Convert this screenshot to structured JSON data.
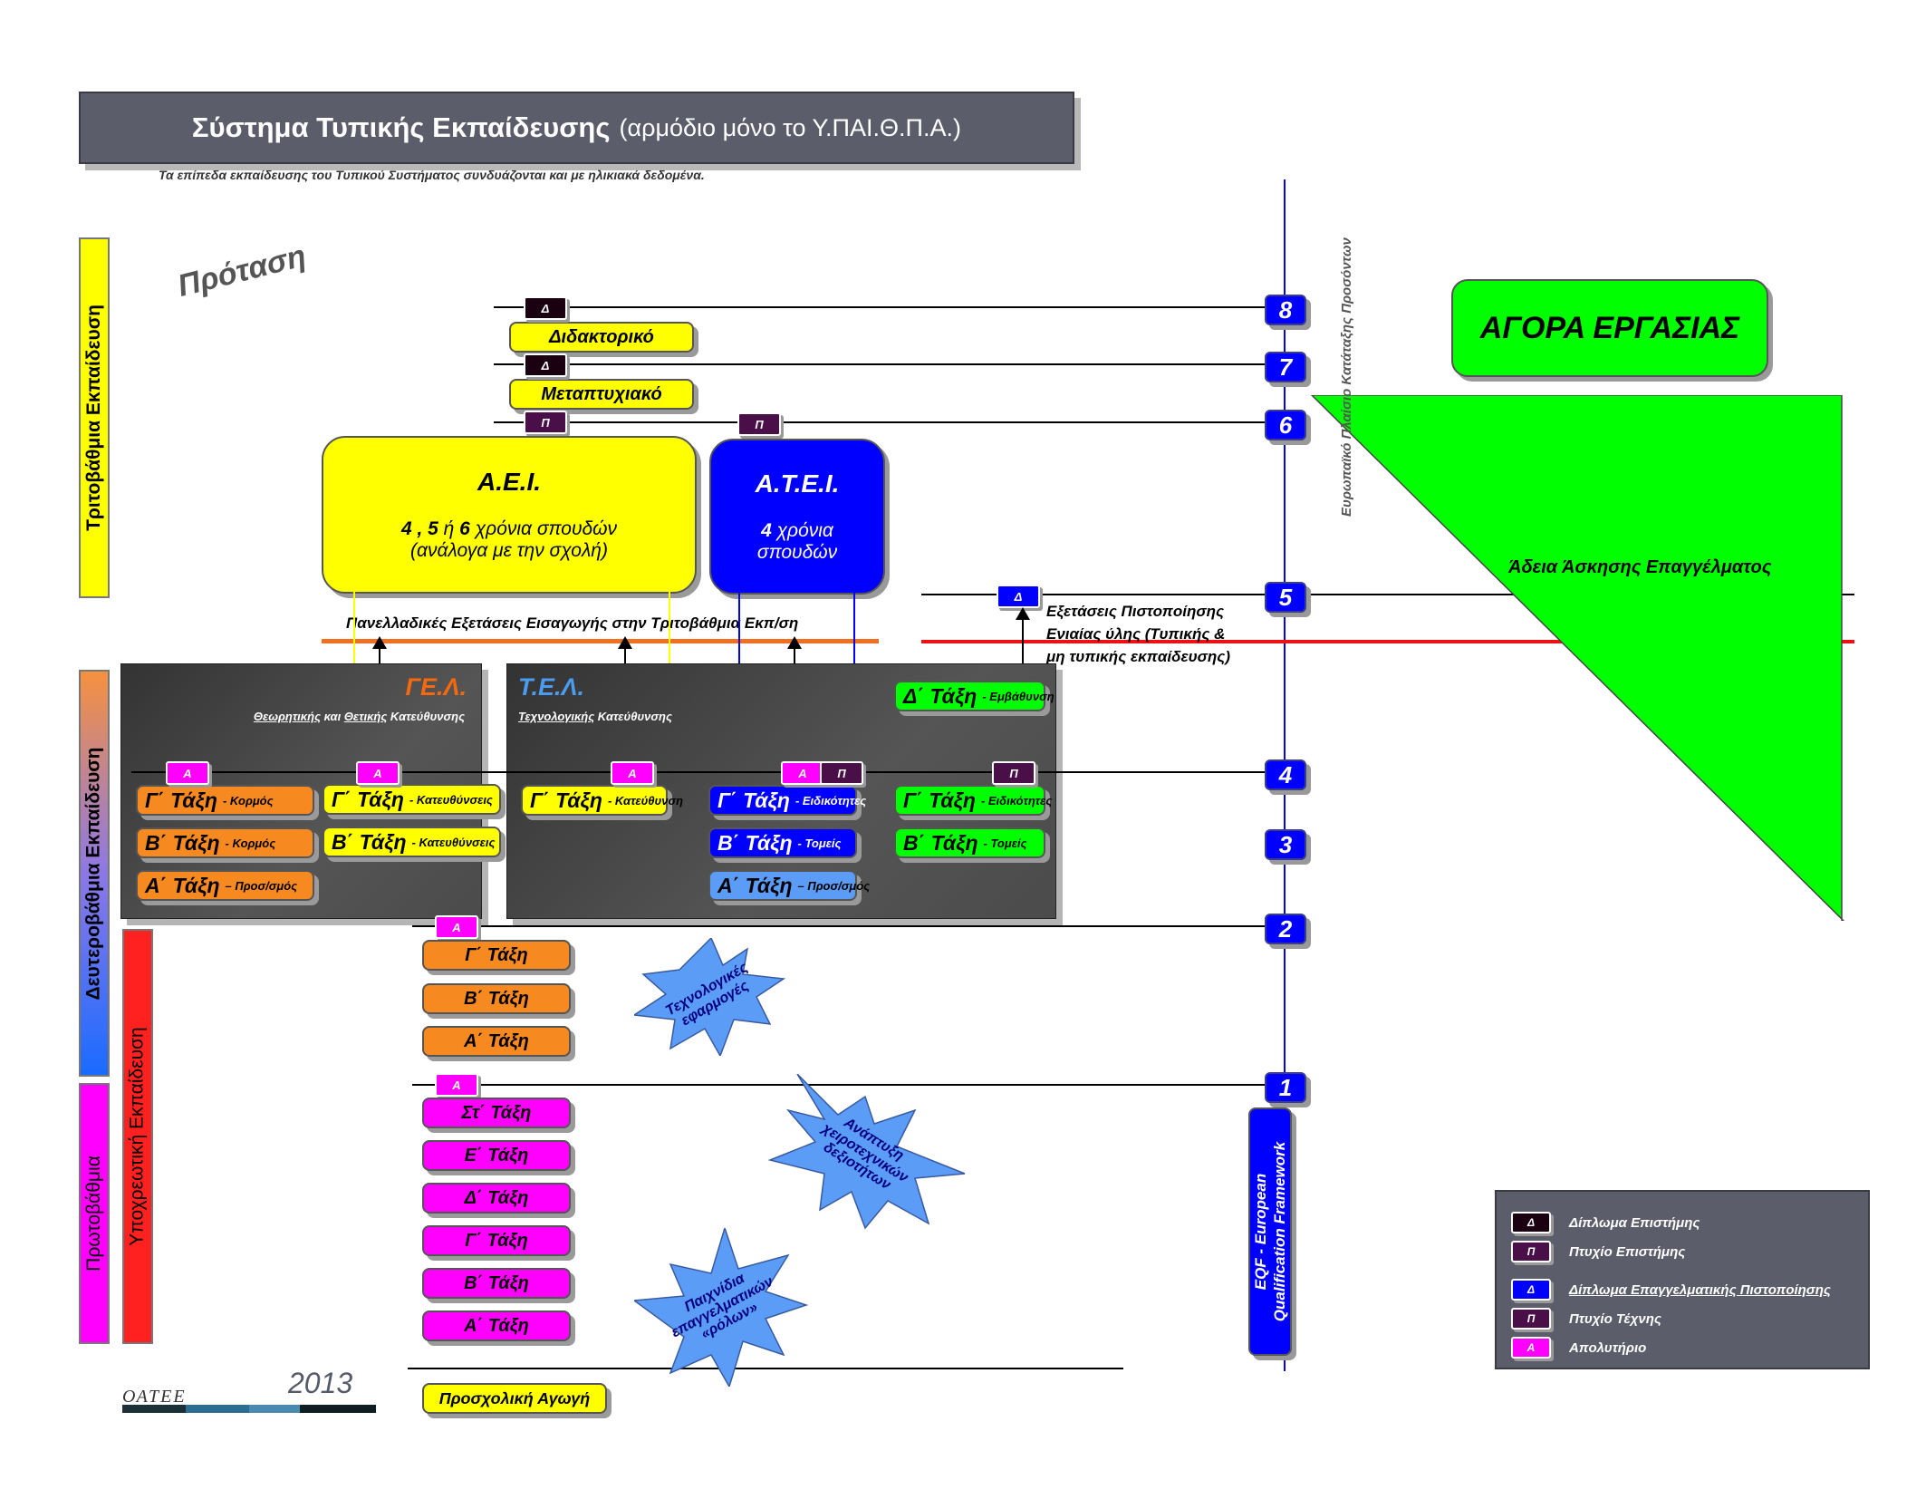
{
  "header": {
    "title_main": "Σύστημα Τυπικής Εκπαίδευσης",
    "title_sub": "(αρμόδιο μόνο το Υ.ΠΑΙ.Θ.Π.Α.)",
    "subtitle": "Τα επίπεδα εκπαίδευσης του Τυπικού Συστήματος συνδυάζονται και με ηλικιακά δεδομένα."
  },
  "proposal_label": "Πρόταση",
  "side_labels": {
    "tertiary": "Τριτοβάθμια Εκπαίδευση",
    "secondary": "Δευτεροβάθμια Εκπαίδευση",
    "primary": "Πρωτοβάθμια",
    "compulsory": "Υποχρεωτική Εκπαίδευση"
  },
  "tertiary": {
    "doctorate": "Διδακτορικό",
    "masters": "Μεταπτυχιακό",
    "aei": {
      "title": "Α.Ε.Ι.",
      "line1_nums": "4 , 5",
      "line1_or": "ή",
      "line1_num2": "6",
      "line1_rest": "χρόνια σπουδών",
      "line2": "(ανάλογα με την σχολή)"
    },
    "atei": {
      "title": "Α.Τ.Ε.Ι.",
      "line1_num": "4",
      "line1_rest": "χρόνια",
      "line2": "σπουδών"
    },
    "panhellenic_exams": "Πανελλαδικές Εξετάσεις Εισαγωγής στην Τριτοβάθμια Εκπ/ση",
    "certification_exams": [
      "Εξετάσεις Πιστοποίησης",
      "Ενιαίας ύλης (Τυπικής &",
      "μη τυπικής εκπαίδευσης)"
    ]
  },
  "gel": {
    "title": "ΓΕ.Λ.",
    "subtitle_u1": "Θεωρητικής",
    "subtitle_mid": "και",
    "subtitle_u2": "Θετικής",
    "subtitle_end": "Κατεύθυνσης",
    "core": [
      {
        "main": "Γ΄ Τάξη",
        "suffix": "- Κορμός"
      },
      {
        "main": "Β΄ Τάξη",
        "suffix": "- Κορμός"
      },
      {
        "main": "Α΄ Τάξη",
        "suffix": "– Προσ/σμός"
      }
    ],
    "streams": [
      {
        "main": "Γ΄ Τάξη",
        "suffix": "- Κατευθύνσεις"
      },
      {
        "main": "Β΄ Τάξη",
        "suffix": "- Κατευθύνσεις"
      }
    ]
  },
  "tel": {
    "title": "Τ.Ε.Λ.",
    "subtitle_u": "Τεχνολογικής",
    "subtitle_end": "Κατεύθυνσης",
    "stream": {
      "main": "Γ΄ Τάξη",
      "suffix": "- Κατεύθυνση"
    },
    "specialties": [
      {
        "main": "Γ΄ Τάξη",
        "suffix": "- Ειδικότητες"
      },
      {
        "main": "Β΄ Τάξη",
        "suffix": "- Τομείς"
      },
      {
        "main": "Α΄ Τάξη",
        "suffix": "– Προσ/σμός"
      }
    ],
    "vocational": [
      {
        "main": "Δ΄ Τάξη",
        "suffix": "- Εμβάθυνση"
      },
      {
        "main": "Γ΄ Τάξη",
        "suffix": "- Ειδικότητες"
      },
      {
        "main": "Β΄ Τάξη",
        "suffix": "- Τομείς"
      }
    ]
  },
  "gymnasium": [
    "Γ΄ Τάξη",
    "Β΄ Τάξη",
    "Α΄ Τάξη"
  ],
  "primary": [
    "Στ΄ Τάξη",
    "Ε΄ Τάξη",
    "Δ΄ Τάξη",
    "Γ΄ Τάξη",
    "Β΄ Τάξη",
    "Α΄ Τάξη"
  ],
  "preschool": "Προσχολική Αγωγή",
  "bursts": {
    "tech": [
      "Τεχνολογικές",
      "εφαρμογές"
    ],
    "crafts": [
      "Ανάπτυξη",
      "χειροτεχνικών",
      "δεξιοτήτων"
    ],
    "games": [
      "Παιχνίδια",
      "επαγγελματικών",
      "«ρόλων»"
    ]
  },
  "eqf": {
    "levels": [
      "8",
      "7",
      "6",
      "5",
      "4",
      "3",
      "2",
      "1"
    ],
    "label_line1": "EQF - European",
    "label_line2": "Qualification Framework",
    "vertical_label": "Ευρωπαϊκό Πλαίσιο Κατάταξης Προσόντων"
  },
  "labor_market": {
    "title": "ΑΓΟΡΑ ΕΡΓΑΣΙΑΣ",
    "license": "Άδεια Άσκησης Επαγγέλματος"
  },
  "scroll_letters": {
    "diploma": "Δ",
    "degree": "Π",
    "leaving": "Α"
  },
  "legend": [
    {
      "letter": "Δ",
      "type": "s-D",
      "label": "Δίπλωμα Επιστήμης",
      "underline": false
    },
    {
      "letter": "Π",
      "type": "s-P",
      "label": "Πτυχίο Επιστήμης",
      "underline": false
    },
    {
      "letter": "Δ",
      "type": "s-Db",
      "label": "Δίπλωμα Επαγγελματικής Πιστοποίησης",
      "underline": true
    },
    {
      "letter": "Π",
      "type": "s-P",
      "label": "Πτυχίο Τέχνης",
      "underline": false
    },
    {
      "letter": "Α",
      "type": "s-A",
      "label": "Απολυτήριο",
      "underline": false
    }
  ],
  "footer": {
    "logo": "ΟΑΤΕΕ",
    "year": "2013"
  },
  "colors": {
    "tertiary": "#ffff00",
    "primary": "#ff00ff",
    "compulsory": "#ff2020",
    "eqf": "#0000ff",
    "labor": "#00ff00",
    "exam_line": "#f07020",
    "cert_line": "#ee1111"
  }
}
